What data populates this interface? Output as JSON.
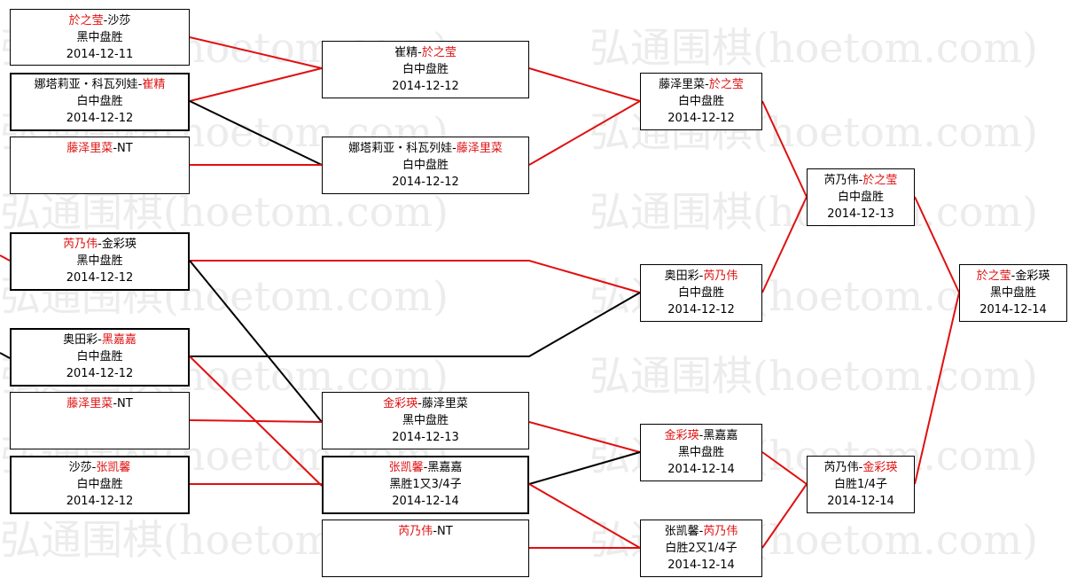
{
  "colors": {
    "winner": "#e01010",
    "line_red": "#e01010",
    "line_black": "#000000",
    "watermark": "#ececec"
  },
  "watermark": {
    "text": "弘通围棋(hoetom.com)"
  },
  "matches": {
    "r1a": {
      "p1": "於之莹",
      "sep": "-",
      "p2": "沙莎",
      "result": "黑中盘胜",
      "date": "2014-12-11"
    },
    "r1b": {
      "p1": "娜塔莉亚・科瓦列娃",
      "sep": "-",
      "p2": "崔精",
      "result": "白中盘胜",
      "date": "2014-12-12"
    },
    "r1c": {
      "p1": "藤泽里菜",
      "sep": "-",
      "p2": "NT",
      "result": "",
      "date": ""
    },
    "r1d": {
      "p1": "芮乃伟",
      "sep": "-",
      "p2": "金彩瑛",
      "result": "黑中盘胜",
      "date": "2014-12-12"
    },
    "r1e": {
      "p1": "奥田彩",
      "sep": "-",
      "p2": "黑嘉嘉",
      "result": "白中盘胜",
      "date": "2014-12-12"
    },
    "r1f": {
      "p1": "藤泽里菜",
      "sep": "-",
      "p2": "NT",
      "result": "",
      "date": ""
    },
    "r1g": {
      "p1": "沙莎",
      "sep": "-",
      "p2": "张凯馨",
      "result": "白中盘胜",
      "date": "2014-12-12"
    },
    "r2a": {
      "p1": "崔精",
      "sep": "-",
      "p2": "於之莹",
      "result": "白中盘胜",
      "date": "2014-12-12"
    },
    "r2b": {
      "p1": "娜塔莉亚・科瓦列娃",
      "sep": "-",
      "p2": "藤泽里菜",
      "result": "白中盘胜",
      "date": "2014-12-12"
    },
    "r2c": {
      "p1": "金彩瑛",
      "sep": "-",
      "p2": "藤泽里菜",
      "result": "黑中盘胜",
      "date": "2014-12-13"
    },
    "r2d": {
      "p1": "张凯馨",
      "sep": "-",
      "p2": "黑嘉嘉",
      "result": "黑胜1又3/4子",
      "date": "2014-12-14"
    },
    "r2e": {
      "p1": "芮乃伟",
      "sep": "-",
      "p2": "NT",
      "result": "",
      "date": ""
    },
    "r3a": {
      "p1": "藤泽里菜",
      "sep": "-",
      "p2": "於之莹",
      "result": "白中盘胜",
      "date": "2014-12-12"
    },
    "r3b": {
      "p1": "奥田彩",
      "sep": "-",
      "p2": "芮乃伟",
      "result": "白中盘胜",
      "date": "2014-12-12"
    },
    "r3c": {
      "p1": "金彩瑛",
      "sep": "-",
      "p2": "黑嘉嘉",
      "result": "黑中盘胜",
      "date": "2014-12-14"
    },
    "r3d": {
      "p1": "张凯馨",
      "sep": "-",
      "p2": "芮乃伟",
      "result": "白胜2又1/4子",
      "date": "2014-12-14"
    },
    "r4a": {
      "p1": "芮乃伟",
      "sep": "-",
      "p2": "於之莹",
      "result": "白中盘胜",
      "date": "2014-12-13"
    },
    "r4b": {
      "p1": "芮乃伟",
      "sep": "-",
      "p2": "金彩瑛",
      "result": "白胜1/4子",
      "date": "2014-12-14"
    },
    "r5": {
      "p1": "於之莹",
      "sep": "-",
      "p2": "金彩瑛",
      "result": "黑中盘胜",
      "date": "2014-12-14"
    }
  }
}
